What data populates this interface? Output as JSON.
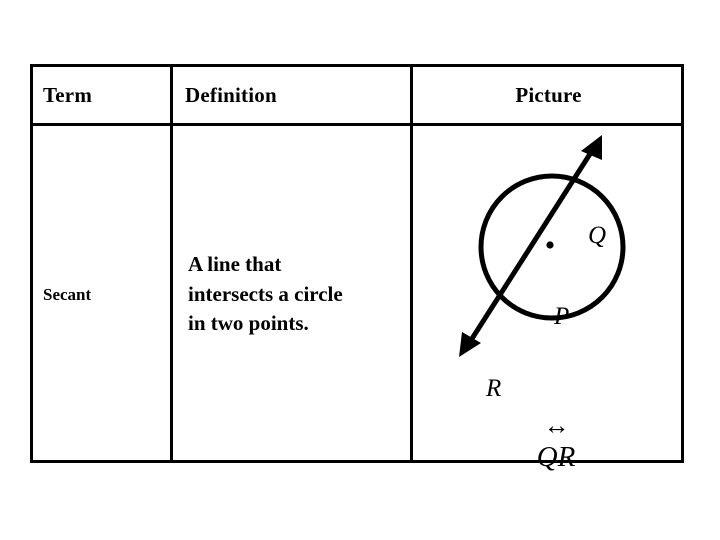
{
  "table": {
    "headers": [
      "Term",
      "Definition",
      "Picture"
    ],
    "rows": [
      {
        "term": "Secant",
        "definition": "A line that intersects a circle in two points.",
        "picture": {
          "type": "circle-with-secant-line",
          "circle_center_label": "P",
          "intersection_labels": [
            "Q",
            "R"
          ],
          "notation_overbar": "↔",
          "notation_letters": "QR"
        }
      }
    ]
  },
  "colors": {
    "background": "#ffffff",
    "ink": "#000000",
    "border": "#000000"
  }
}
